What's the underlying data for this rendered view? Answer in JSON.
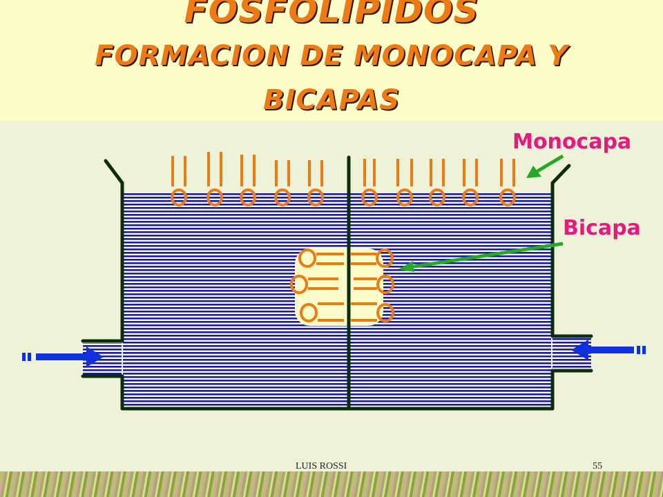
{
  "title": {
    "line1": "FOSFOLIPIDOS",
    "line2": "FORMACION DE MONOCAPA Y",
    "line3": "BICAPAS"
  },
  "labels": {
    "monocapa": "Monocapa",
    "bicapa": "Bicapa"
  },
  "footer": {
    "author": "LUIS ROSSI",
    "page": "55"
  },
  "colors": {
    "title": "#f07a12",
    "label": "#e8187c",
    "arrow_green": "#22aa22",
    "water_line": "#1a1aa0",
    "lipid": "#f07a12",
    "flow_arrow": "#1030e0"
  }
}
